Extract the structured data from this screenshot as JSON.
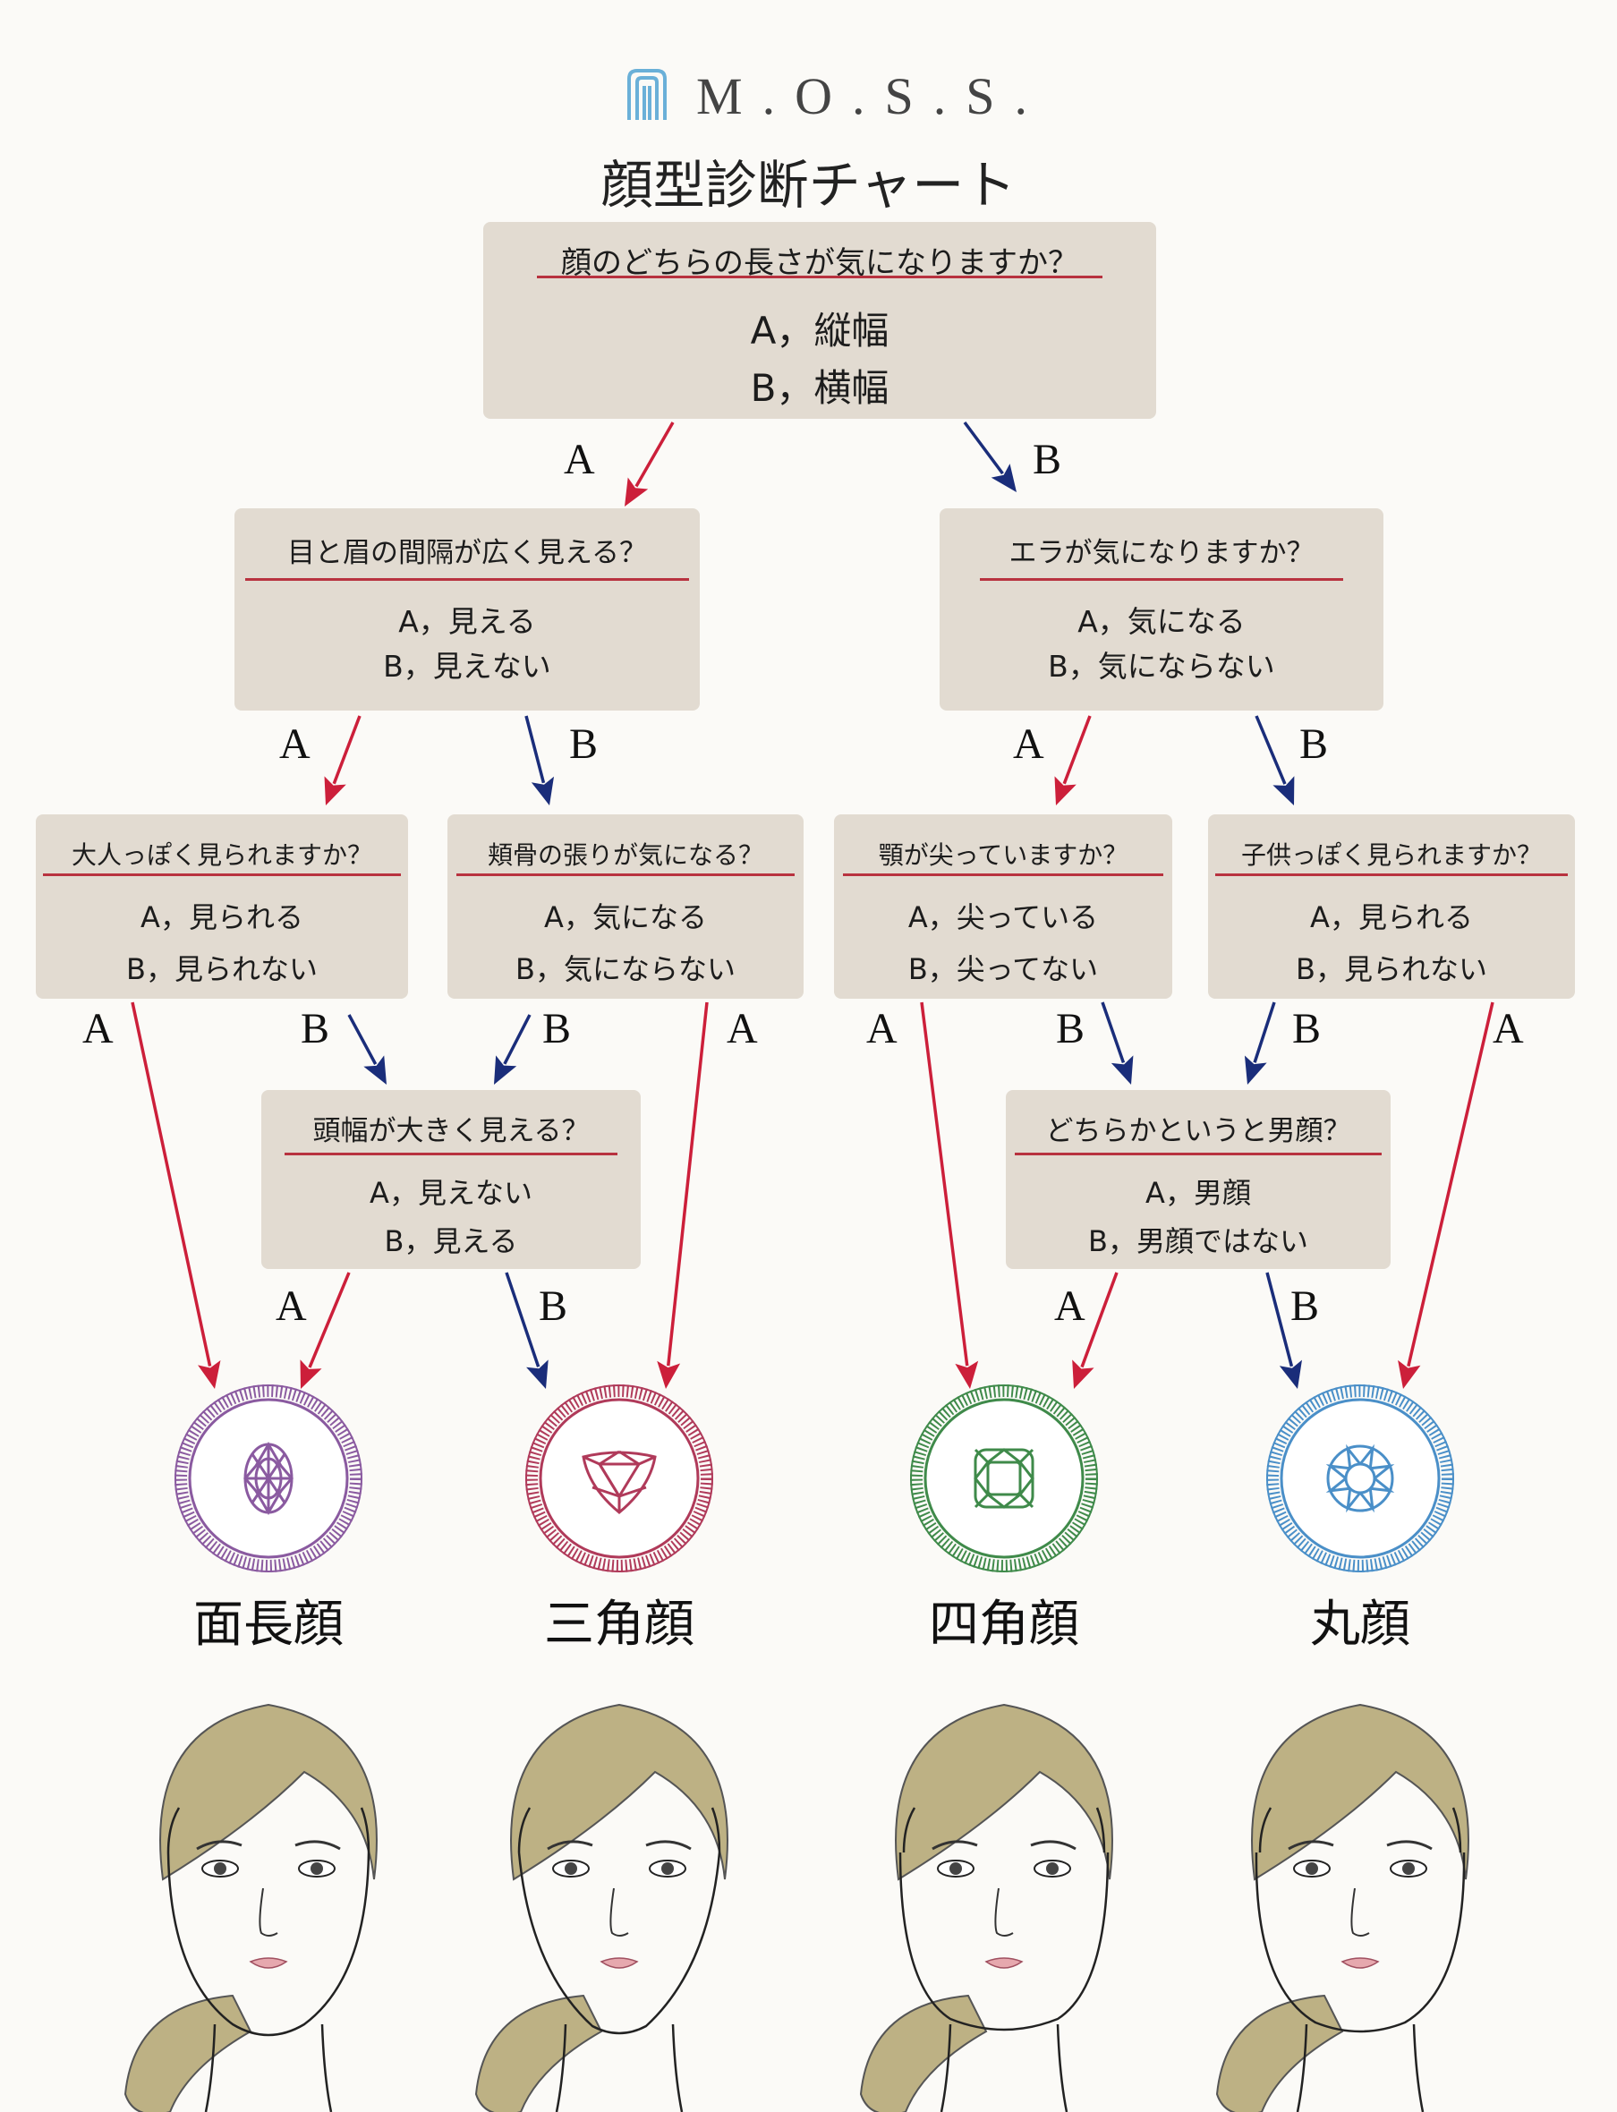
{
  "brand": {
    "name": "M.O.S.S."
  },
  "title": "顔型診断チャート",
  "colors": {
    "box": "#e2dbd1",
    "arrow_a": "#cc1f3a",
    "arrow_b": "#1a2d7a",
    "underline": "#b8323f"
  },
  "questions": {
    "q1": {
      "question": "顔のどちらの長さが気になりますか？",
      "a": "A，縦幅",
      "b": "B，横幅"
    },
    "q2": {
      "question": "目と眉の間隔が広く見える？",
      "a": "A，見える",
      "b": "B，見えない"
    },
    "q3": {
      "question": "エラが気になりますか？",
      "a": "A，気になる",
      "b": "B，気にならない"
    },
    "q4": {
      "question": "大人っぽく見られますか？",
      "a": "A，見られる",
      "b": "B，見られない"
    },
    "q5": {
      "question": "頬骨の張りが気になる？",
      "a": "A，気になる",
      "b": "B，気にならない"
    },
    "q6": {
      "question": "顎が尖っていますか？",
      "a": "A，尖っている",
      "b": "B，尖ってない"
    },
    "q7": {
      "question": "子供っぽく見られますか？",
      "a": "A，見られる",
      "b": "B，見られない"
    },
    "q8": {
      "question": "頭幅が大きく見える？",
      "a": "A，見えない",
      "b": "B，見える"
    },
    "q9": {
      "question": "どちらかというと男顔？",
      "a": "A，男顔",
      "b": "B，男顔ではない"
    }
  },
  "branch_labels": {
    "a": "A",
    "b": "B"
  },
  "results": [
    {
      "name": "面長顔",
      "gem_cut": "oval",
      "color": "#8a5aa0"
    },
    {
      "name": "三角顔",
      "gem_cut": "trillion",
      "color": "#b03a5a"
    },
    {
      "name": "四角顔",
      "gem_cut": "cushion",
      "color": "#3f8a4a"
    },
    {
      "name": "丸顔",
      "gem_cut": "round",
      "color": "#4a8fc8"
    }
  ],
  "illustration": {
    "hair_color": "#bdb184",
    "lip_color": "#e6a8ae"
  }
}
